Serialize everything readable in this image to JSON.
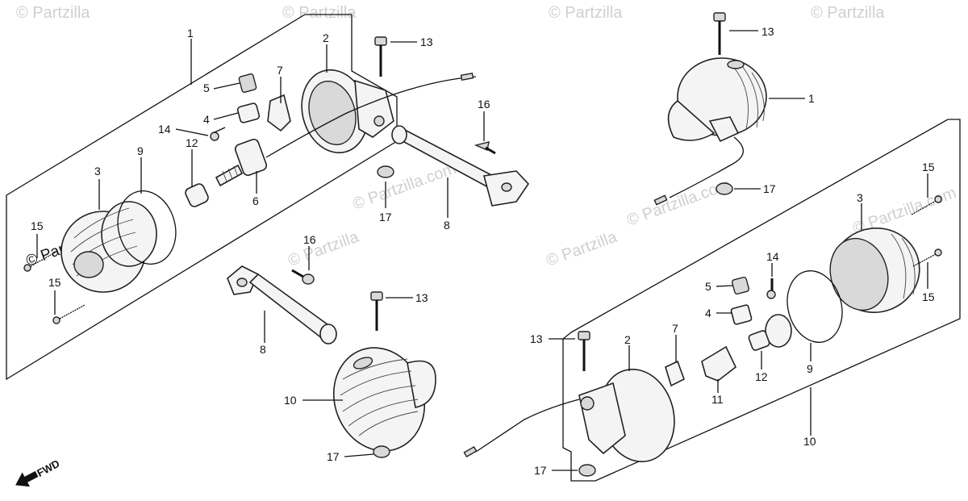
{
  "watermarks": {
    "copyright_partzilla": "© Partzilla",
    "copyright_partzilla_com": "© Partzilla.com"
  },
  "fwd_label": "FWD",
  "callouts": {
    "left_assy_1": "1",
    "left_housing_2": "2",
    "left_lens_3": "3",
    "left_socket_4": "4",
    "left_washer_5": "5",
    "left_socket_6": "6",
    "left_clip_7": "7",
    "left_stay_8": "8",
    "left_gasket_9": "9",
    "left_bulb_12": "12",
    "left_bolt_13": "13",
    "left_screw_14": "14",
    "left_screw_15a": "15",
    "left_screw_15b": "15",
    "left_screw_16": "16",
    "left_nut_17": "17",
    "mid_stay_8": "8",
    "mid_assy_10": "10",
    "mid_bolt_13": "13",
    "mid_screw_16": "16",
    "mid_nut_17": "17",
    "right_assy_1": "1",
    "right_bolt_13": "13",
    "right_nut_17": "17",
    "right_lens_3": "3",
    "right_screw_15a": "15",
    "right_screw_15b": "15",
    "right_screw_14": "14",
    "right_washer_5": "5",
    "right_socket_4": "4",
    "right_clip_7": "7",
    "right_housing_2": "2",
    "right_socket_11": "11",
    "right_bulb_12": "12",
    "right_gasket_9": "9",
    "right_assy_10": "10",
    "right_bolt_13b": "13",
    "right_nut_17b": "17"
  }
}
